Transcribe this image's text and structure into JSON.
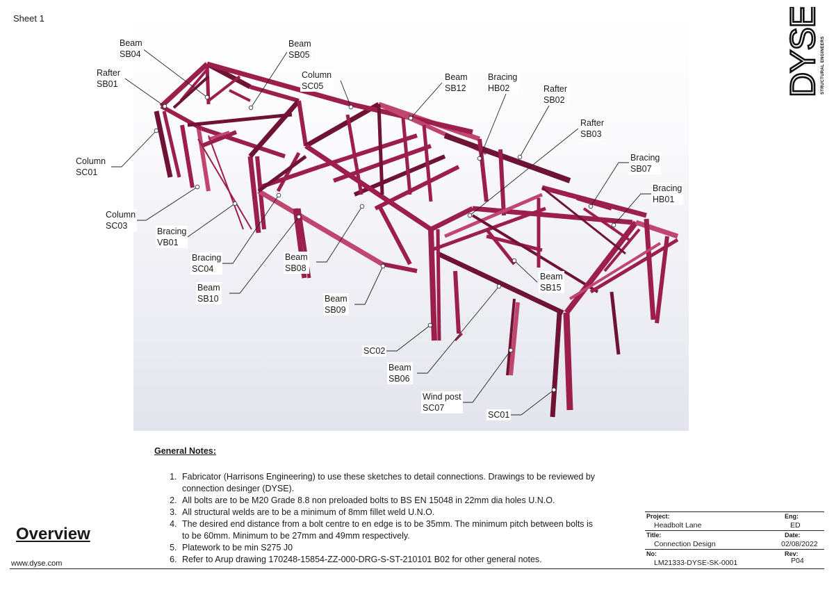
{
  "sheet": {
    "label": "Sheet 1"
  },
  "logo": {
    "brand": "DYSE",
    "tagline": "STRUCTURAL ENGINEERS"
  },
  "callouts": [
    {
      "id": "beam-sb04",
      "lines": [
        "Beam",
        "SB04"
      ]
    },
    {
      "id": "beam-sb05",
      "lines": [
        "Beam",
        "SB05"
      ]
    },
    {
      "id": "rafter-sb01",
      "lines": [
        "Rafter",
        "SB01"
      ]
    },
    {
      "id": "column-sc05",
      "lines": [
        "Column",
        "SC05"
      ]
    },
    {
      "id": "beam-sb12",
      "lines": [
        "Beam",
        "SB12"
      ]
    },
    {
      "id": "bracing-hb02",
      "lines": [
        "Bracing",
        "HB02"
      ]
    },
    {
      "id": "rafter-sb02",
      "lines": [
        "Rafter",
        "SB02"
      ]
    },
    {
      "id": "rafter-sb03",
      "lines": [
        "Rafter",
        "SB03"
      ]
    },
    {
      "id": "column-sc01",
      "lines": [
        "Column",
        "SC01"
      ]
    },
    {
      "id": "bracing-sb07",
      "lines": [
        "Bracing",
        "SB07"
      ]
    },
    {
      "id": "bracing-hb01",
      "lines": [
        "Bracing",
        "HB01"
      ]
    },
    {
      "id": "column-sc03",
      "lines": [
        "Column",
        "SC03"
      ]
    },
    {
      "id": "bracing-vb01",
      "lines": [
        "Bracing",
        "VB01"
      ]
    },
    {
      "id": "bracing-sc04",
      "lines": [
        "Bracing",
        "SC04"
      ]
    },
    {
      "id": "beam-sb08",
      "lines": [
        "Beam",
        "SB08"
      ]
    },
    {
      "id": "beam-sb15",
      "lines": [
        "Beam",
        "SB15"
      ]
    },
    {
      "id": "beam-sb10",
      "lines": [
        "Beam",
        "SB10"
      ]
    },
    {
      "id": "beam-sb09",
      "lines": [
        "Beam",
        "SB09"
      ]
    },
    {
      "id": "sc02",
      "lines": [
        "SC02"
      ]
    },
    {
      "id": "beam-sb06",
      "lines": [
        "Beam",
        "SB06"
      ]
    },
    {
      "id": "wind-post-sc07",
      "lines": [
        "Wind post",
        "SC07"
      ]
    },
    {
      "id": "sc01-bottom",
      "lines": [
        "SC01"
      ]
    }
  ],
  "notes": {
    "title": "General Notes:",
    "items": [
      "Fabricator (Harrisons Engineering) to use these sketches to detail connections. Drawings to be reviewed by connection desinger (DYSE).",
      "All bolts are to be M20 Grade 8.8 non preloaded bolts to BS EN 15048 in 22mm dia holes U.N.O.",
      "All structural welds are to be a minimum of 8mm fillet weld U.N.O.",
      "The desired end distance from a bolt centre to en edge is to be 35mm. The minimum pitch between bolts is to be 60mm. Minimum to be 27mm and 49mm respectively.",
      "Platework to be min S275 J0",
      "Refer to Arup drawing 170248-15854-ZZ-000-DRG-S-ST-210101 B02 for other general notes."
    ]
  },
  "overview": "Overview",
  "website": "www.dyse.com",
  "title_block": {
    "project_label": "Project:",
    "project": "Headbolt Lane",
    "eng_label": "Eng:",
    "eng": "ED",
    "title_label": "Title:",
    "title": "Connection Design",
    "date_label": "Date:",
    "date": "02/08/2022",
    "no_label": "No:",
    "no": "LM21333-DYSE-SK-0001",
    "rev_label": "Rev:",
    "rev": "P04"
  },
  "colors": {
    "steel": "#9b1e4b",
    "steel_dark": "#6e1333",
    "steel_light": "#c0456f",
    "leader": "#222222"
  }
}
